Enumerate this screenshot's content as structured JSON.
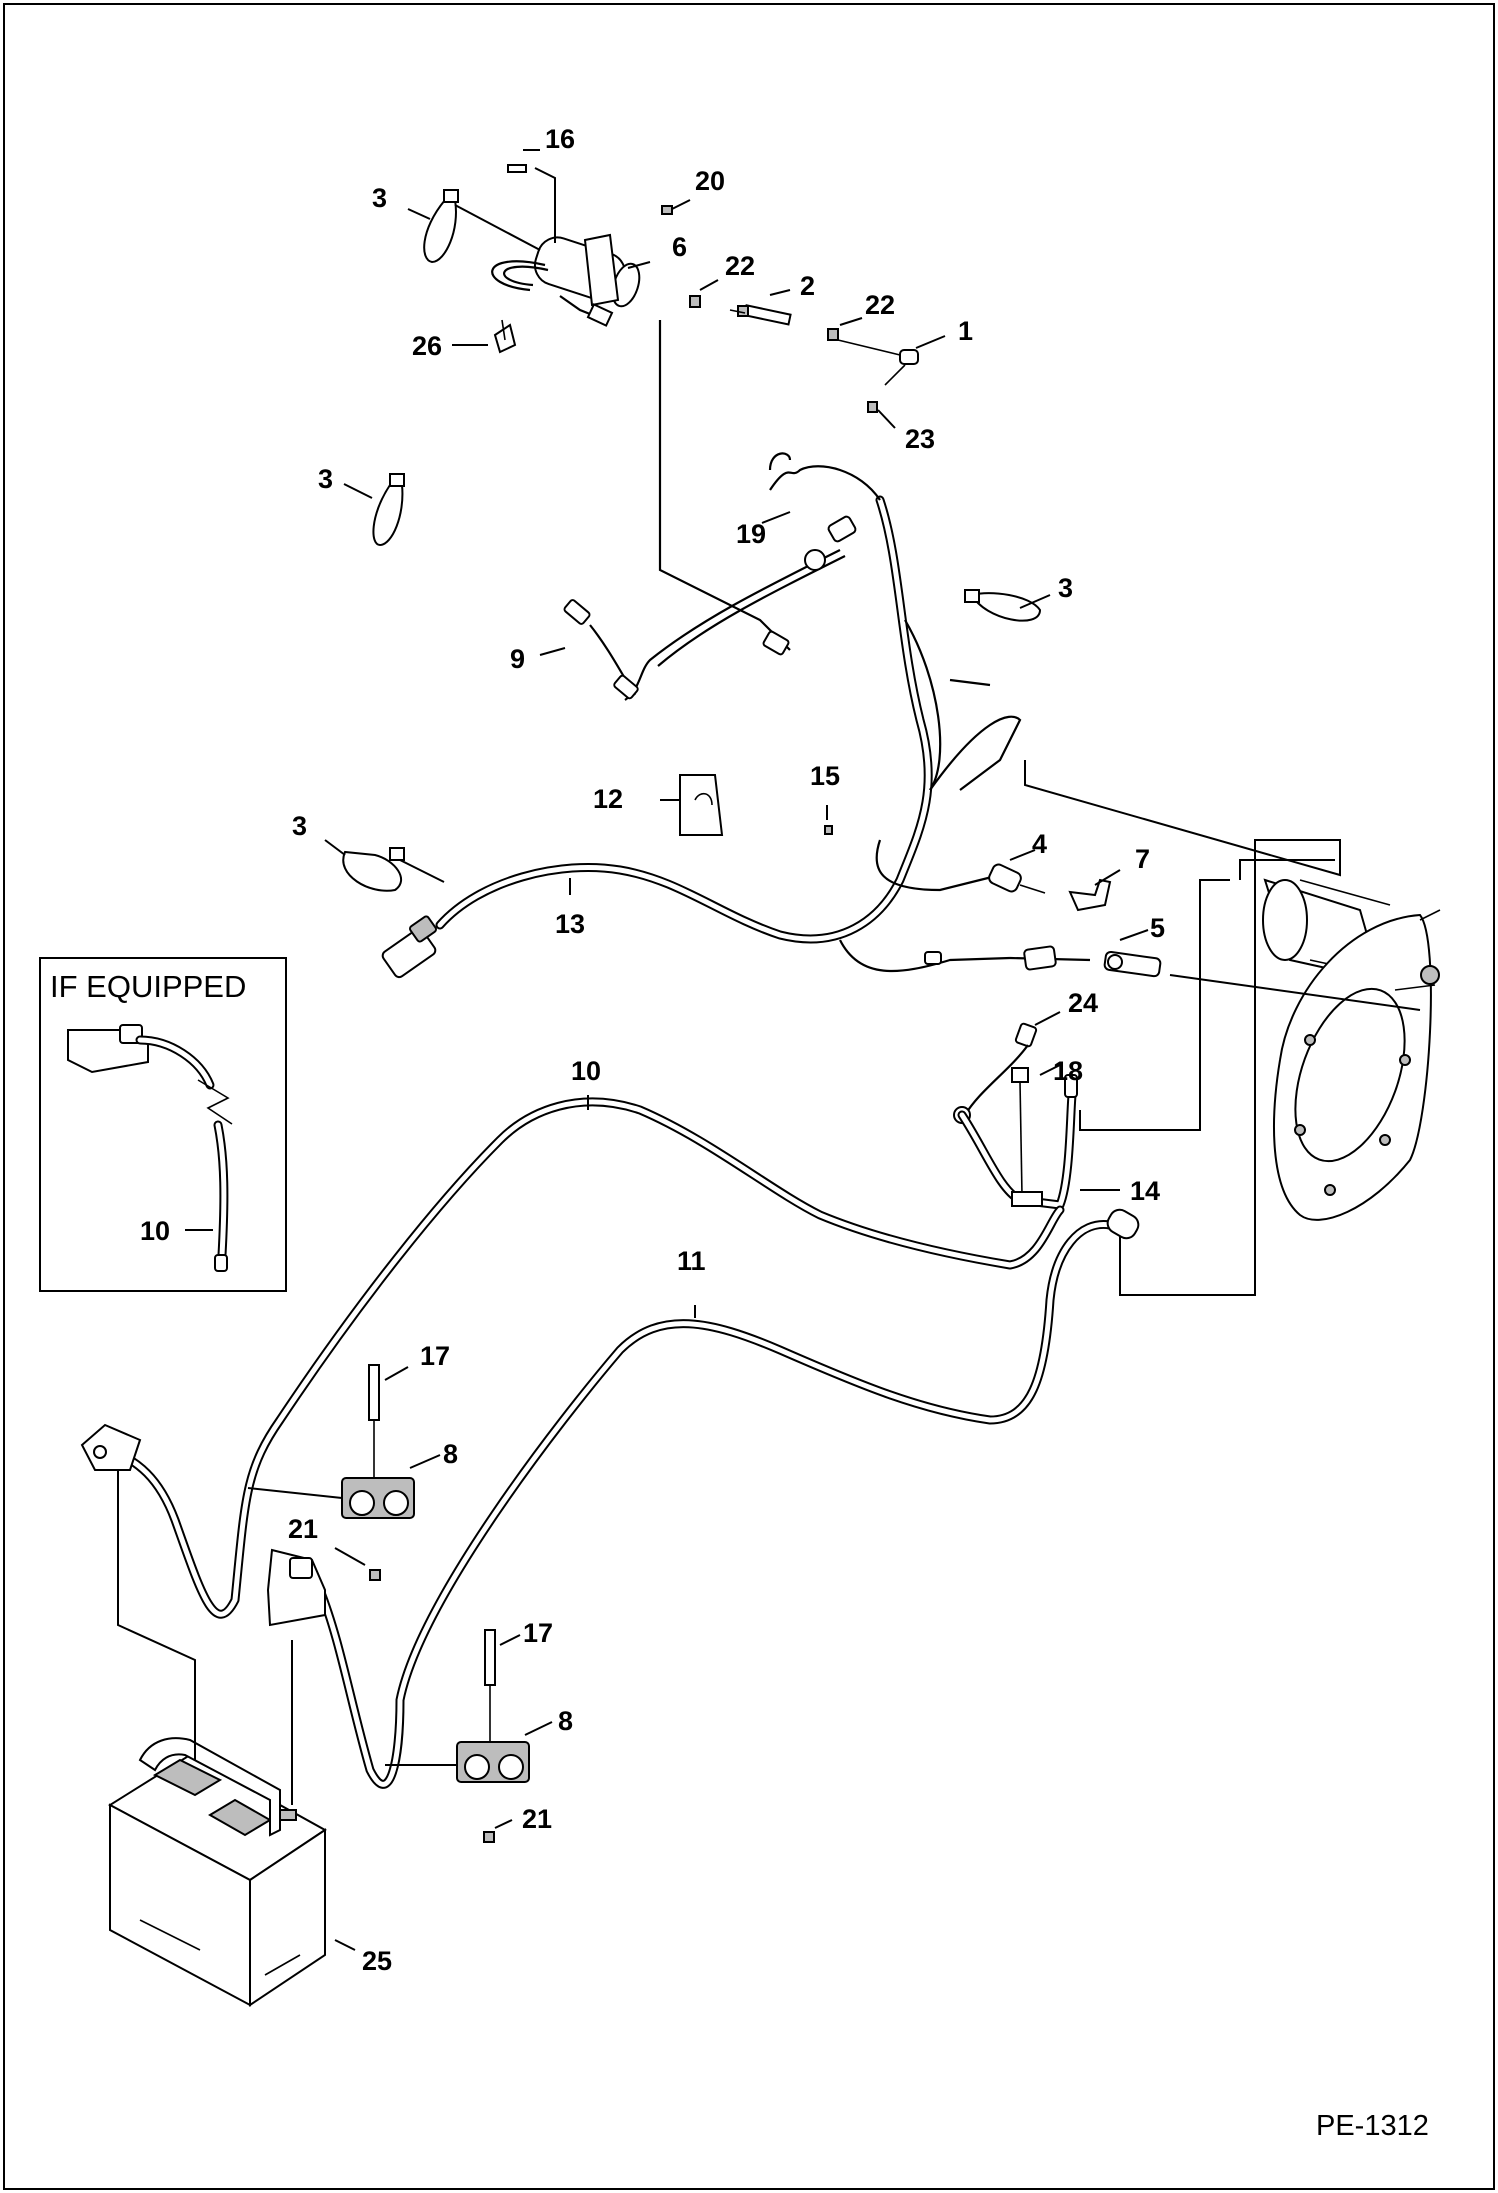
{
  "inset": {
    "title": "IF EQUIPPED",
    "callout": "10"
  },
  "figure_code": "PE-1312",
  "callouts": [
    "16",
    "20",
    "3",
    "6",
    "22",
    "2",
    "22",
    "1",
    "26",
    "23",
    "3",
    "19",
    "3",
    "9",
    "12",
    "15",
    "4",
    "7",
    "3",
    "13",
    "5",
    "24",
    "10",
    "18",
    "14",
    "11",
    "17",
    "8",
    "21",
    "17",
    "8",
    "21",
    "25"
  ]
}
